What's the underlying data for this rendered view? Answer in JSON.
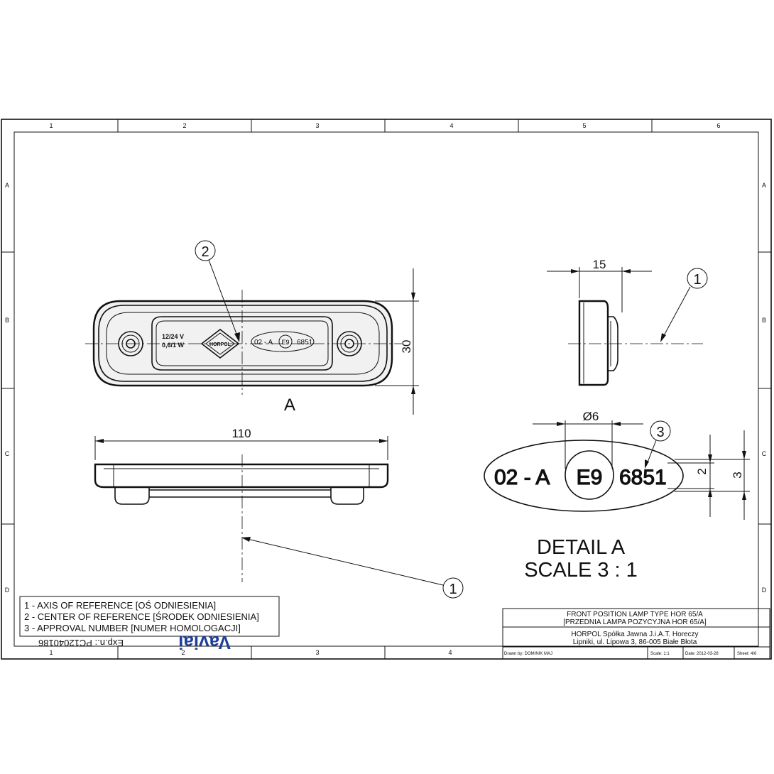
{
  "frame": {
    "col_numbers": [
      "1",
      "2",
      "3",
      "4",
      "5",
      "6"
    ],
    "row_letters": [
      "A",
      "B",
      "C",
      "D"
    ]
  },
  "front_view": {
    "label": "A",
    "dim_width": "110",
    "dim_height": "30",
    "lamp_text_line1": "12/24 V",
    "lamp_text_line2": "0,6/1 W",
    "logo_text": "HORPOL",
    "approval_prefix": "02 - A",
    "approval_mark": "E9",
    "approval_number": "6851"
  },
  "side_view": {
    "dim_depth": "15"
  },
  "detail": {
    "dim_diameter": "Ø6",
    "dim_height_small": "2",
    "dim_height_large": "3",
    "approval_prefix": "02 - A",
    "approval_mark": "E9",
    "approval_number": "6851",
    "title_line1": "DETAIL A",
    "title_line2": "SCALE 3 : 1"
  },
  "balloons": {
    "one": "1",
    "two": "2",
    "three": "3"
  },
  "legend": {
    "items": [
      "1 - AXIS OF REFERENCE [OŚ ODNIESIENIA]",
      "2 - CENTER OF REFERENCE [ŚRODEK ODNIESIENIA]",
      "3 - APPROVAL NUMBER [NUMER HOMOLOGACJI]"
    ],
    "exp_number": "Exp.n.: PC12040186",
    "stamp_text": "Vaviai"
  },
  "title_block": {
    "title_line1": "FRONT POSITION LAMP TYPE HOR 65/A",
    "title_line2": "[PRZEDNIA LAMPA POZYCYJNA HOR 65/A]",
    "company_line1": "HORPOL Spółka Jawna J.i.A.T. Horeczy",
    "company_line2": "Lipniki, ul. Lipowa 3, 86-005 Białe Błota",
    "drawn_by": "Drawn by: DOMINIK MAJ",
    "scale": "Scale: 1:1",
    "date": "Date: 2012-03-28",
    "sheet": "Sheet: 4/6"
  }
}
